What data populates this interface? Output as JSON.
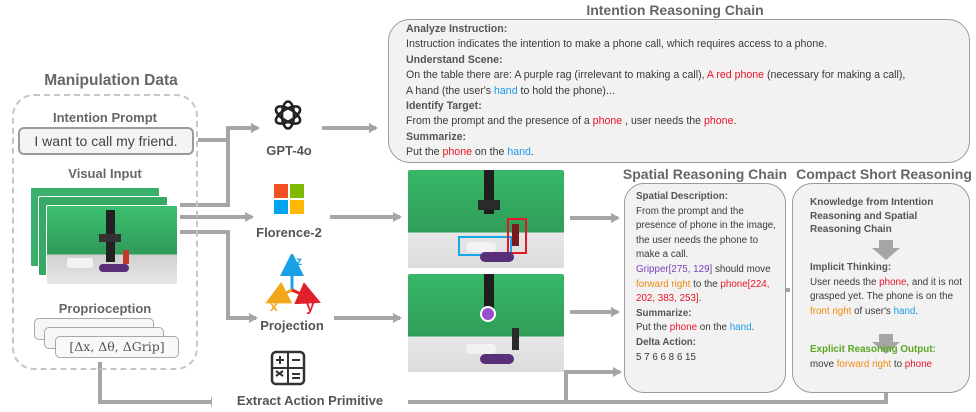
{
  "manipulation": {
    "title": "Manipulation Data",
    "intention_title": "Intention Prompt",
    "intention_prompt": "I want to call my friend.",
    "visual_title": "Visual Input",
    "proprio_title": "Proprioception",
    "proprio_formula": "[Δx, Δθ, ΔGrip]"
  },
  "tools": {
    "gpt": "GPT-4o",
    "florence": "Florence-2",
    "projection": "Projection",
    "axis_x": "x",
    "axis_y": "y",
    "axis_z": "z",
    "extract": "Extract Action Primitive"
  },
  "intention_chain": {
    "title": "Intention Reasoning Chain",
    "analyze_h": "Analyze Instruction:",
    "analyze_t": "Instruction indicates the intention to make a phone call, which requires access to a phone.",
    "scene_h": "Understand Scene:",
    "scene_a": "On the table there are: A purple rag (irrelevant to making a call), ",
    "scene_b": "A red phone",
    "scene_c": " (necessary for making a call),",
    "scene_d": "A hand (the user's ",
    "scene_e": "hand",
    "scene_f": " to hold the phone)...",
    "target_h": "Identify Target:",
    "target_a": "From the prompt and the presence of a ",
    "target_b": "phone",
    "target_c": " , user needs the ",
    "target_d": "phone",
    "target_e": ".",
    "sum_h": "Summarize:",
    "sum_a": "Put the ",
    "sum_b": "phone",
    "sum_c": " on the ",
    "sum_d": "hand",
    "sum_e": "."
  },
  "spatial_chain": {
    "title": "Spatial Reasoning Chain",
    "desc_h": "Spatial Description:",
    "desc_t": "From the prompt and the presence of phone in the image, the user needs the phone to make a call.",
    "gripper": "Gripper[275, 129]",
    "should": " should move ",
    "dir": "forward right",
    "to": " to the ",
    "phone_box": "phone[224, 202, 383, 253]",
    "dot": ".",
    "sum_h": "Summarize:",
    "sum_a": "Put the ",
    "sum_b": "phone",
    "sum_c": " on the ",
    "sum_d": "hand",
    "sum_e": ".",
    "delta_h": "Delta Action:",
    "delta_v": "5 7 6 6 8 6 15"
  },
  "compact": {
    "title": "Compact Short Reasoning",
    "knowledge": "Knowledge from Intention Reasoning and Spatial Reasoning Chain",
    "implicit_h": "Implicit Thinking:",
    "imp_a": "User needs the ",
    "imp_b": "phone",
    "imp_c": ", and it is not grasped yet. The phone is on the ",
    "imp_d": "front right",
    "imp_e": " of user's ",
    "imp_f": "hand",
    "imp_g": ".",
    "explicit_h": "Explicit Reasoning Output:",
    "exp_a": "move ",
    "exp_b": "forward right",
    "exp_c": " to ",
    "exp_d": "phone"
  },
  "colors": {
    "red": "#e8142a",
    "blue": "#1a9be8",
    "orange": "#f08a12",
    "purple": "#7a3fb8",
    "green": "#5aa823",
    "arrow": "#a6a6a6"
  }
}
